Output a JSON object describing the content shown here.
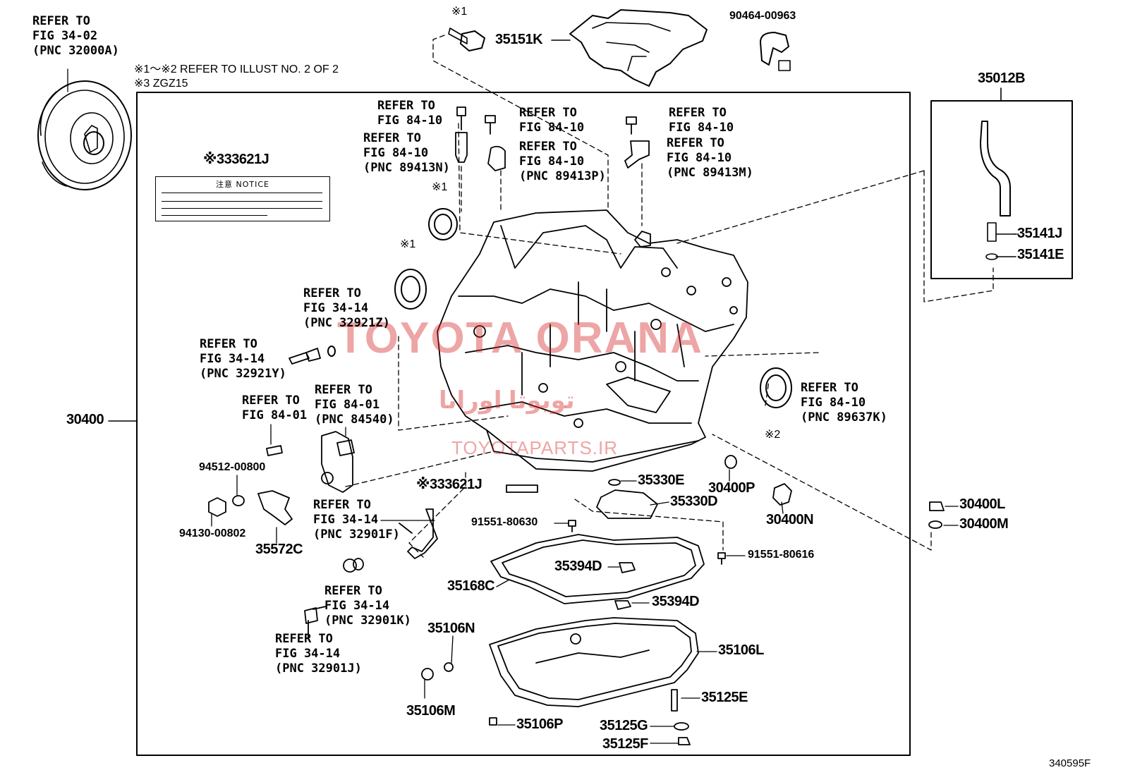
{
  "diagram": {
    "id_code": "340595F",
    "notes": {
      "refer_illust": "※1～※2 REFER TO ILLUST NO. 2 OF 2",
      "zgz": "※3 ZGZ15"
    },
    "notice_card": {
      "part": "※333621J",
      "header": "注意 NOTICE"
    },
    "watermark": {
      "main": "TOYOTA ORANA",
      "persian": "تویوتا اورانا",
      "site": "TOYOTAPARTS.IR"
    },
    "refs": {
      "r_torque": [
        "REFER TO",
        "FIG 34-02",
        "(PNC 32000A)"
      ],
      "r_bolt_a": [
        "REFER TO",
        "FIG 84-10"
      ],
      "r_89413N": [
        "REFER TO",
        "FIG 84-10",
        "(PNC 89413N)"
      ],
      "r_bolt_b": [
        "REFER TO",
        "FIG 84-10"
      ],
      "r_89413P": [
        "REFER TO",
        "FIG 84-10",
        "(PNC 89413P)"
      ],
      "r_bolt_c": [
        "REFER TO",
        "FIG 84-10"
      ],
      "r_89413M": [
        "REFER TO",
        "FIG 84-10",
        "(PNC 89413M)"
      ],
      "r_32921Z": [
        "REFER TO",
        "FIG 34-14",
        "(PNC 32921Z)"
      ],
      "r_32921Y": [
        "REFER TO",
        "FIG 34-14",
        "(PNC 32921Y)"
      ],
      "r_84_01": [
        "REFER TO",
        "FIG 84-01"
      ],
      "r_84540": [
        "REFER TO",
        "FIG 84-01",
        "(PNC 84540)"
      ],
      "r_32901F": [
        "REFER TO",
        "FIG 34-14",
        "(PNC 32901F)"
      ],
      "r_32901K": [
        "REFER TO",
        "FIG 34-14",
        "(PNC 32901K)"
      ],
      "r_32901J": [
        "REFER TO",
        "FIG 34-14",
        "(PNC 32901J)"
      ],
      "r_89637K": [
        "REFER TO",
        "FIG 84-10",
        "(PNC 89637K)"
      ]
    },
    "marks": {
      "m1_top": "※1",
      "m1_seal_a": "※1",
      "m1_seal_b": "※1",
      "m2_seal": "※2"
    },
    "parts": {
      "p35151K": "35151K",
      "p90464": "90464-00963",
      "p35012B": "35012B",
      "p35141J": "35141J",
      "p35141E": "35141E",
      "p30400": "30400",
      "p94512": "94512-00800",
      "p94130": "94130-00802",
      "p35572C": "35572C",
      "p33621J_b": "※333621J",
      "p35330E": "35330E",
      "p35330D": "35330D",
      "p30400P": "30400P",
      "p30400N": "30400N",
      "p30400L": "30400L",
      "p30400M": "30400M",
      "p91551_630": "91551-80630",
      "p91551_616": "91551-80616",
      "p35394D_a": "35394D",
      "p35394D_b": "35394D",
      "p35168C": "35168C",
      "p35106N": "35106N",
      "p35106L": "35106L",
      "p35106M": "35106M",
      "p35106P": "35106P",
      "p35125E": "35125E",
      "p35125G": "35125G",
      "p35125F": "35125F"
    }
  }
}
